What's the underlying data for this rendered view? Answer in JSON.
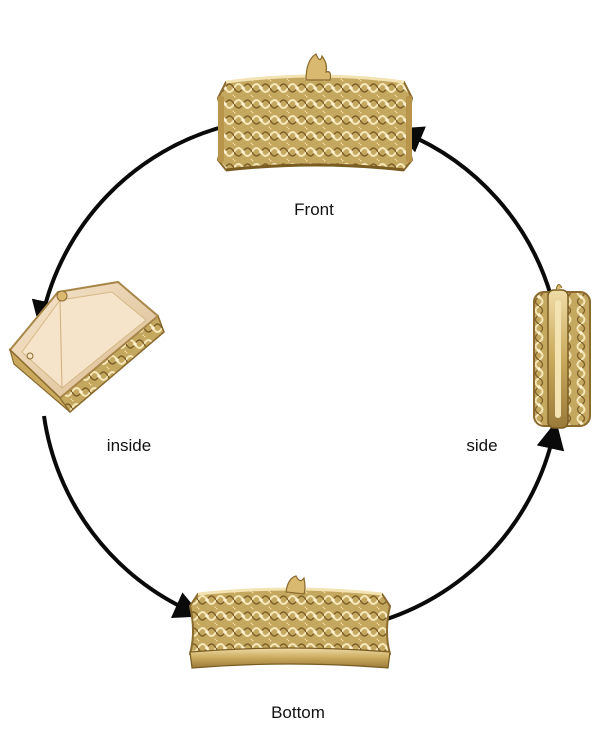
{
  "labels": {
    "front": "Front",
    "inside": "inside",
    "side": "side",
    "bottom": "Bottom"
  },
  "colors": {
    "arrow": "#0a0a0a",
    "gold_light": "#e8d49a",
    "gold_mid": "#c9a95c",
    "gold_dark": "#8a6a2e",
    "lining": "#f2dcbf"
  }
}
